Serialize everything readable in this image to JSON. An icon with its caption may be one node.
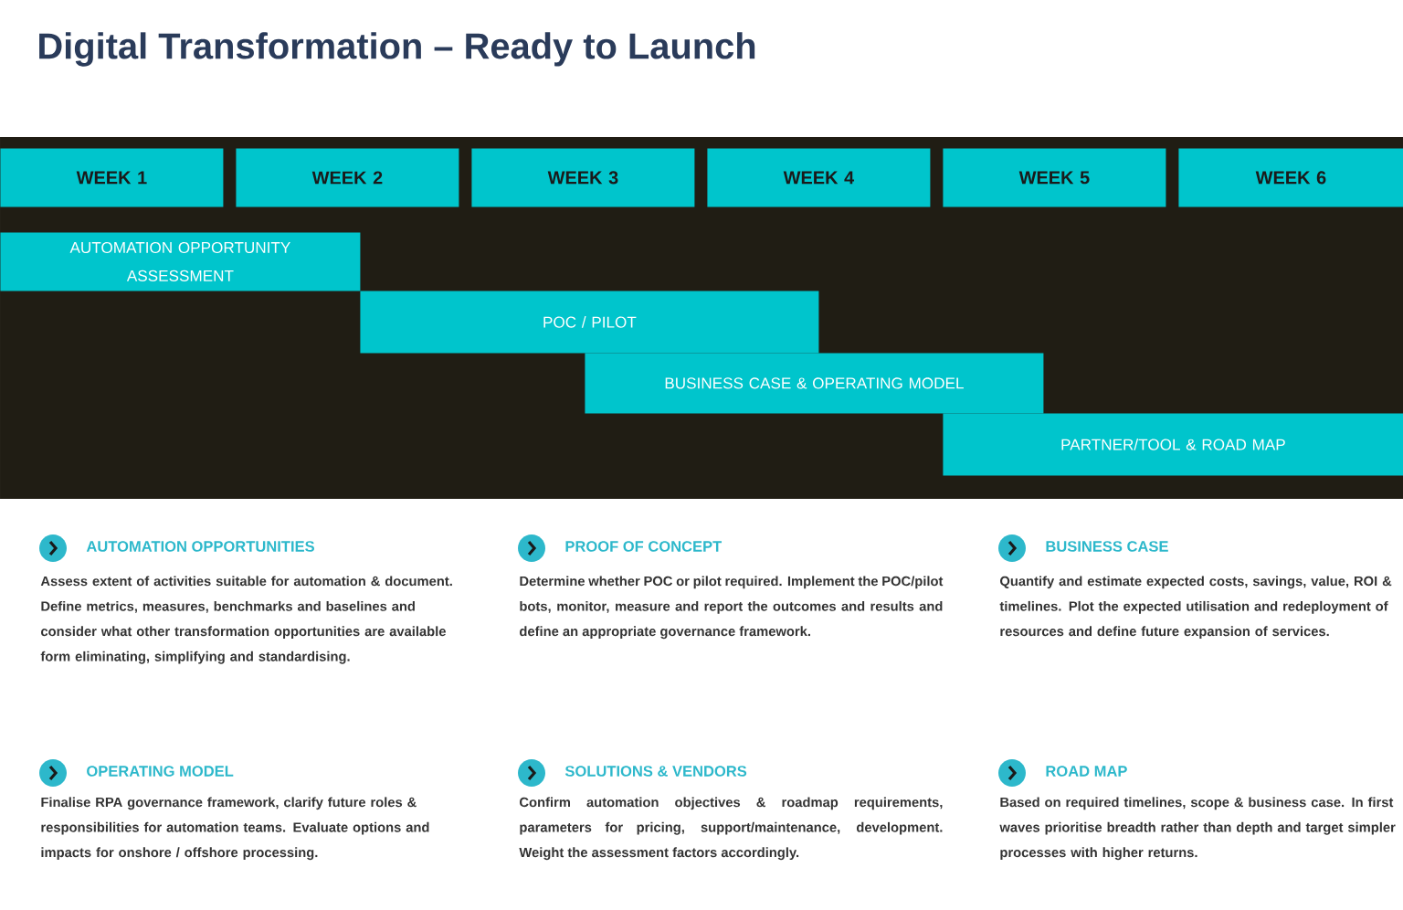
{
  "diagram": {
    "title": "Digital Transformation – Ready to Launch",
    "nodes": [
      {
        "text": [
          "WEEK 1"
        ]
      },
      {
        "text": [
          "WEEK 2"
        ]
      },
      {
        "text": [
          "WEEK 3"
        ]
      },
      {
        "text": [
          "WEEK 4"
        ]
      },
      {
        "text": [
          "WEEK 5"
        ]
      },
      {
        "text": [
          "WEEK 6"
        ]
      },
      {
        "text": [
          "AUTOMATION OPPORTUNITY ASSESSMENT"
        ]
      },
      {
        "text": [
          "POC / PILOT"
        ]
      },
      {
        "text": [
          "BUSINESS CASE & OPERATING MODEL"
        ]
      },
      {
        "text": [
          "PARTNER/TOOL & ROAD MAP"
        ]
      }
    ],
    "labels": [
      "AUTOMATION OPPORTUNITIES",
      "Assess extent of activities suitable for automation & document.  Define metrics, measures, benchmarks and baselines and consider what other transformation opportunities are available form eliminating, simplifying and standardising.",
      "PROOF OF CONCEPT",
      "Determine whether POC or pilot required. Implement the POC/pilot bots, monitor, measure and  report the outcomes and results and define an appropriate governance framework.",
      "BUSINESS CASE",
      "Quantify and estimate expected costs, savings, value, ROI & timelines.  Plot the expected utilisation and redeployment of resources and define future expansion of services.",
      "OPERATING MODEL",
      "Finalise RPA governance framework, clarify future roles & responsibilities for automation teams.  Evaluate options and impacts for onshore / offshore processing.",
      "SOLUTIONS & VENDORS",
      "Confirm automation objectives & roadmap requirements, parameters for pricing, support/maintenance, development.  Weight the assessment factors accordingly.",
      "ROAD MAP",
      "Based on required timelines, scope & business case. In first waves prioritise breadth rather than depth and target simpler processes with higher returns."
    ]
  }
}
